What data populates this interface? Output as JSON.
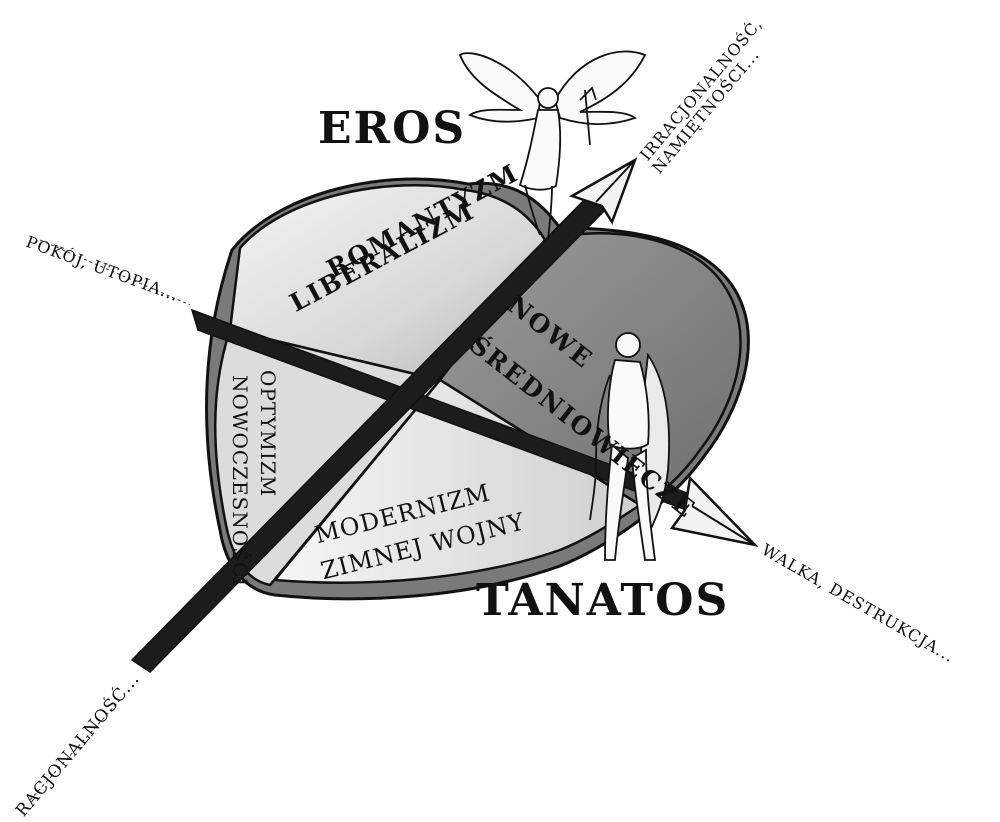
{
  "figures": {
    "top": "EROS",
    "bottom": "TANATOS"
  },
  "axes": {
    "rational_end": "RACJONALNOŚĆ...",
    "irrational_end_line1": "IRRACJONALNOŚĆ,",
    "irrational_end_line2": "NAMIĘTNOŚCI...",
    "peace_end": "POKÓJ, UTOPIA...",
    "struggle_end": "WALKA, DESTRUKCJA..."
  },
  "quadrants": {
    "top_line1": "ROMANTYZM",
    "top_line2": "LIBERALIZM",
    "right_line1": "NOWE",
    "right_line2": "ŚREDNIOWIECZE",
    "left_line1": "OPTYMIZM",
    "left_line2": "NOWOCZESNOŚCI",
    "bottom_line1": "MODERNIZM",
    "bottom_line2": "ZIMNEJ WOJNY"
  },
  "colors": {
    "ink": "#111111",
    "heart_light": "#e6e6e6",
    "heart_dark": "#8a8a8a",
    "bar": "#1c1c1c"
  },
  "icons": {
    "top": "winged-cupid-figure",
    "bottom": "winged-thanatos-figure"
  }
}
